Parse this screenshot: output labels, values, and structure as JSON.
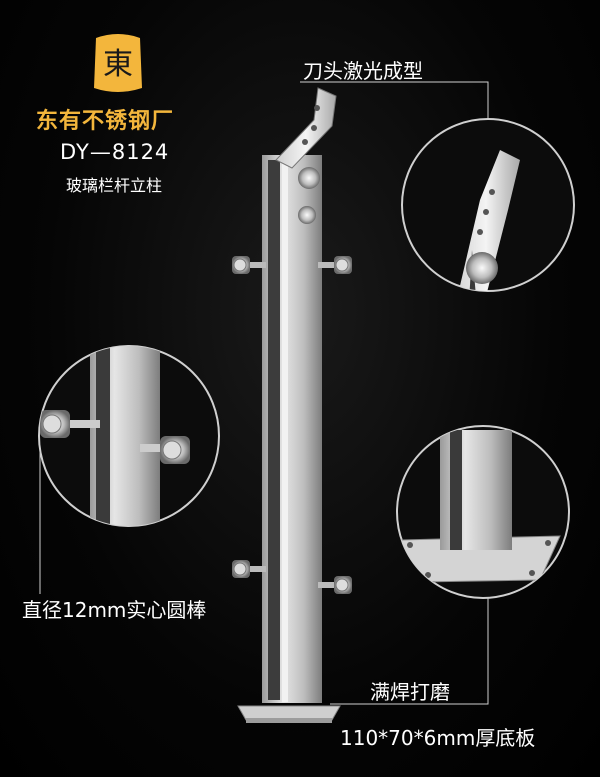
{
  "brand": {
    "name": "东有不锈钢厂",
    "logo_char": "東"
  },
  "product": {
    "model": "DY—8124",
    "subtitle": "玻璃栏杆立柱"
  },
  "callouts": {
    "laser_head": "刀头激光成型",
    "rod": "直径12mm实心圆棒",
    "weld": "满焊打磨",
    "base_plate": "110*70*6mm厚底板"
  },
  "colors": {
    "brand_gold": "#f3b63c",
    "steel_light": "#d9d9d9",
    "steel_dark": "#6e6e6e",
    "background": "#000000"
  }
}
